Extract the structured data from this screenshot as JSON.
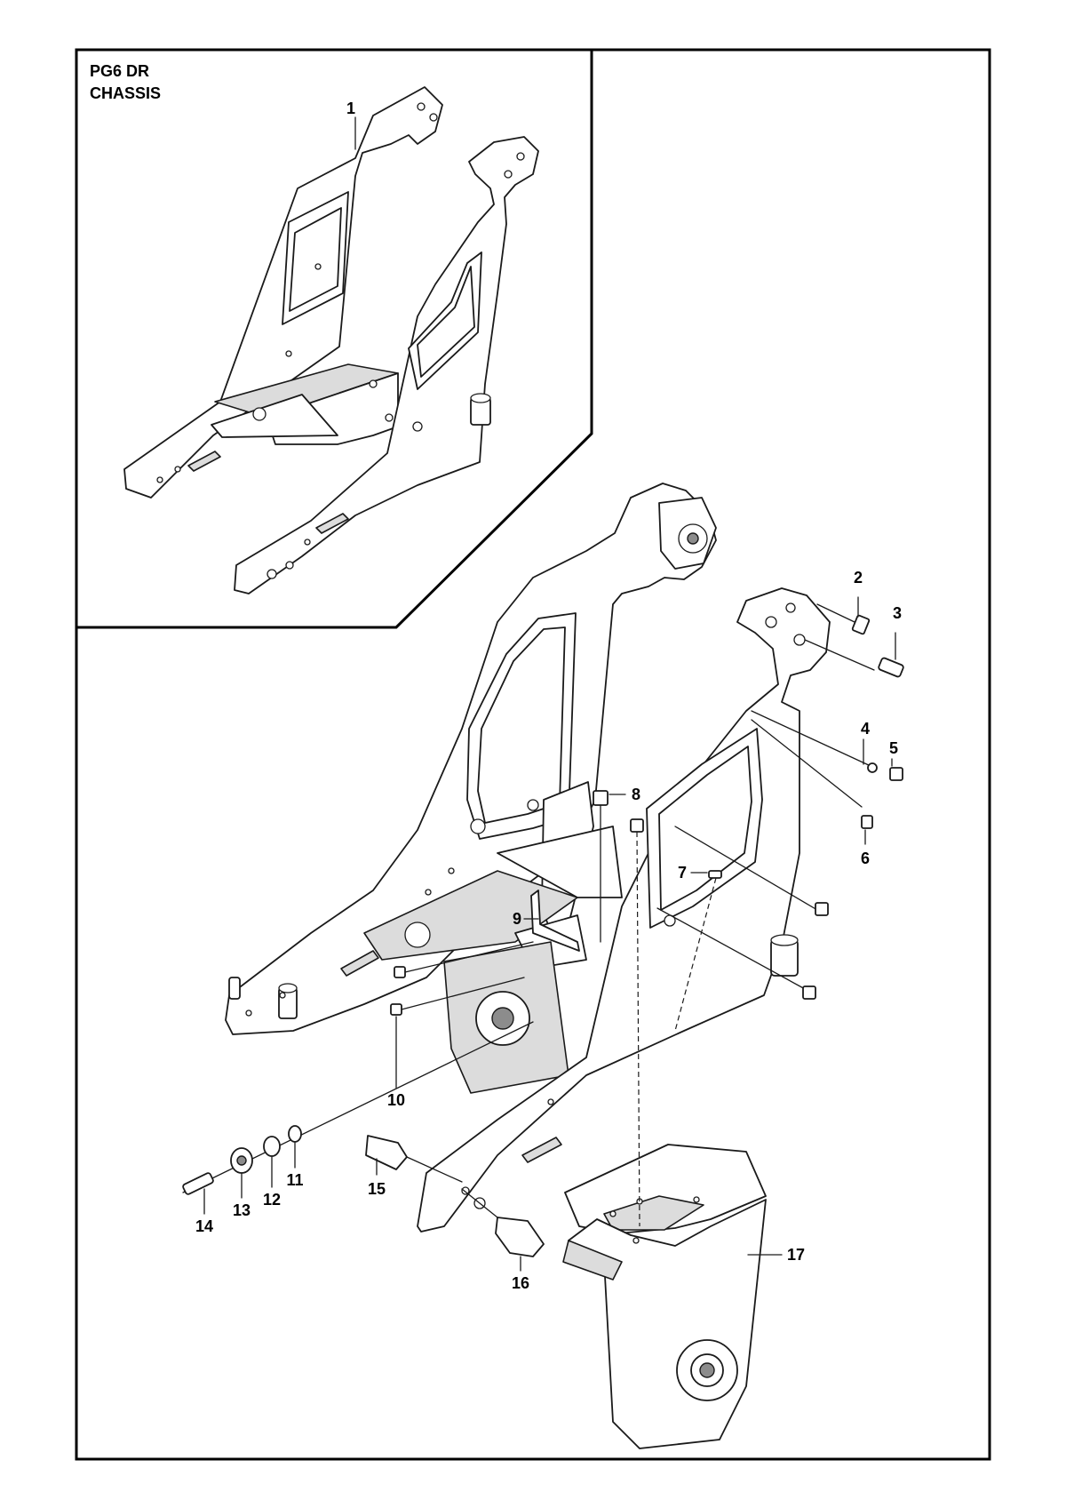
{
  "header": {
    "model": "PG6 DR",
    "section": "CHASSIS"
  },
  "callouts": [
    "1",
    "2",
    "3",
    "4",
    "5",
    "6",
    "7",
    "8",
    "9",
    "10",
    "11",
    "12",
    "13",
    "14",
    "15",
    "16",
    "17"
  ]
}
